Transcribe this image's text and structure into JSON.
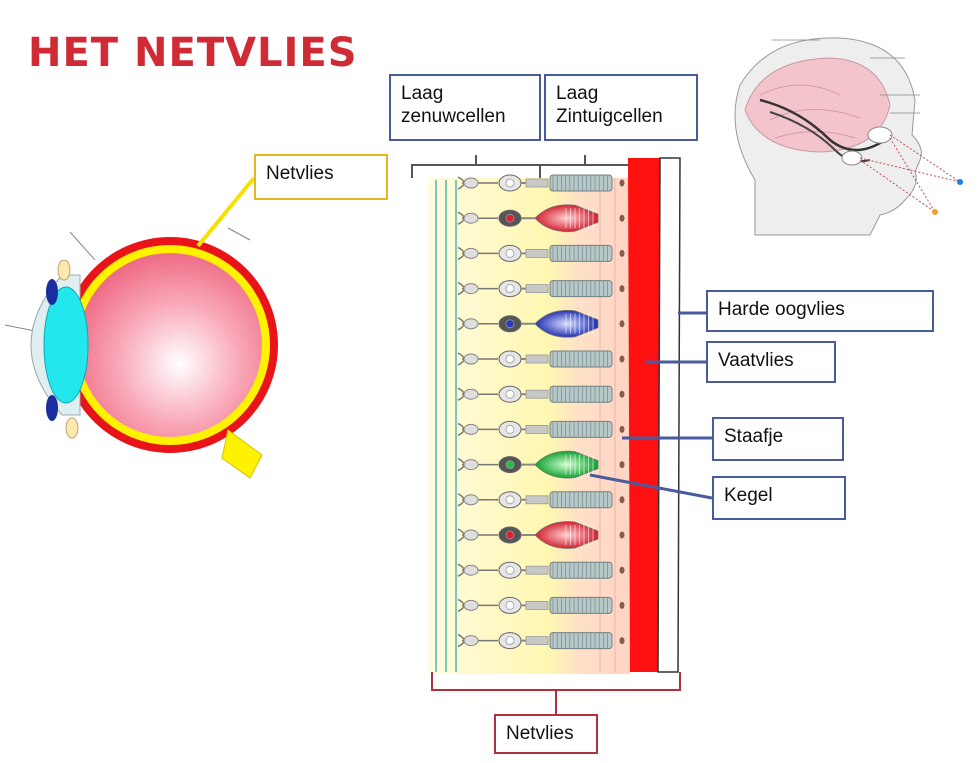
{
  "title": "HET NETVLIES",
  "labels": {
    "layer_nerve": "Laag\nzenuwcellen",
    "layer_sense": "Laag\nZintuigcellen",
    "netvlies_eye": "Netvlies",
    "harde_oogvlies": "Harde oogvlies",
    "vaatvlies": "Vaatvlies",
    "staafje": "Staafje",
    "kegel": "Kegel",
    "netvlies_bottom": "Netvlies"
  },
  "colors": {
    "title": "#d02a35",
    "box_blue": "#4a5a9e",
    "box_gold": "#e8b420",
    "box_maroon": "#b03040",
    "choroid_red": "#ff1010",
    "retina_yellow": "#fff8b0"
  },
  "cell_row_types": [
    "rod",
    "cone-red",
    "rod",
    "rod",
    "cone-blue",
    "rod",
    "rod",
    "rod",
    "cone-green",
    "rod",
    "cone-red",
    "rod",
    "rod",
    "rod"
  ]
}
